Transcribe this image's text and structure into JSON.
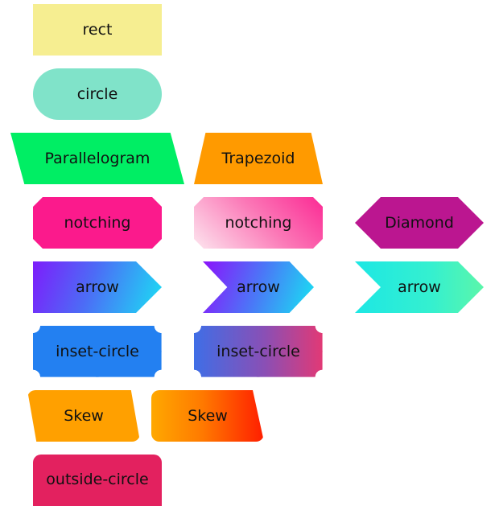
{
  "shapes": {
    "rect": "rect",
    "circle": "circle",
    "parallelogram": "Parallelogram",
    "trapezoid": "Trapezoid",
    "notching_1": "notching",
    "notching_2": "notching",
    "diamond": "Diamond",
    "arrow_1": "arrow",
    "arrow_2": "arrow",
    "arrow_3": "arrow",
    "inset_circle_1": "inset-circle",
    "inset_circle_2": "inset-circle",
    "skew_1": "Skew",
    "skew_2": "Skew",
    "outside_circle": "outside-circle"
  },
  "colors": {
    "rect": "#f6ee91",
    "circle": "#80e3c9",
    "parallelogram": "#00ee64",
    "trapezoid": "#ff9a00",
    "notching_1": "#fb1a8c",
    "diamond": "#bb1690",
    "inset_circle_1": "#2380f1",
    "skew_1": "#ffa000",
    "outside_circle": "#e3215f"
  }
}
